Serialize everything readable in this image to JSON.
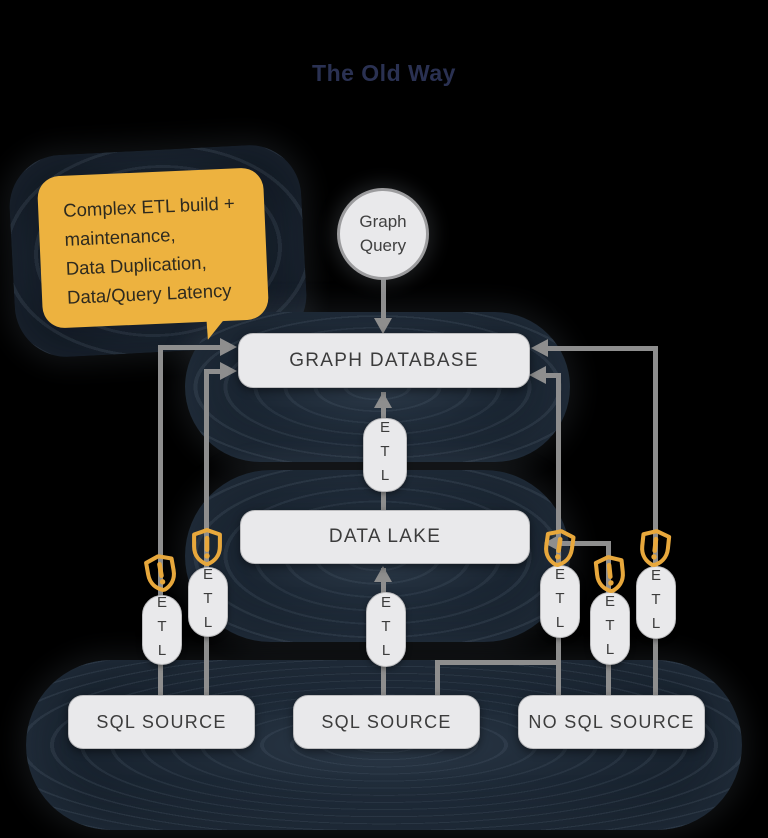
{
  "title": "The Old Way",
  "callout": {
    "line1": "Complex ETL build +",
    "line2": "maintenance,",
    "line3": "Data Duplication,",
    "line4": "Data/Query Latency"
  },
  "nodes": {
    "graph_query": {
      "line1": "Graph",
      "line2": "Query"
    },
    "graph_database": "GRAPH DATABASE",
    "data_lake": "DATA LAKE",
    "sql_source_left": "SQL SOURCE",
    "sql_source_middle": "SQL SOURCE",
    "no_sql_source": "NO SQL SOURCE"
  },
  "etl": "ETL",
  "icons": {
    "warning_shield": "amber shield with exclamation mark"
  },
  "colors": {
    "background": "#000000",
    "shadow_blob_navy": "#151F2A",
    "node_fill": "#E9E9EB",
    "node_border": "#BDBDBF",
    "node_text": "#3C3C3C",
    "connector_gray": "#8E8E8E",
    "callout_bg": "#EDB23F",
    "callout_text": "#2E2A1F",
    "shield_amber": "#E8A83C",
    "title_text": "#2A3152"
  }
}
